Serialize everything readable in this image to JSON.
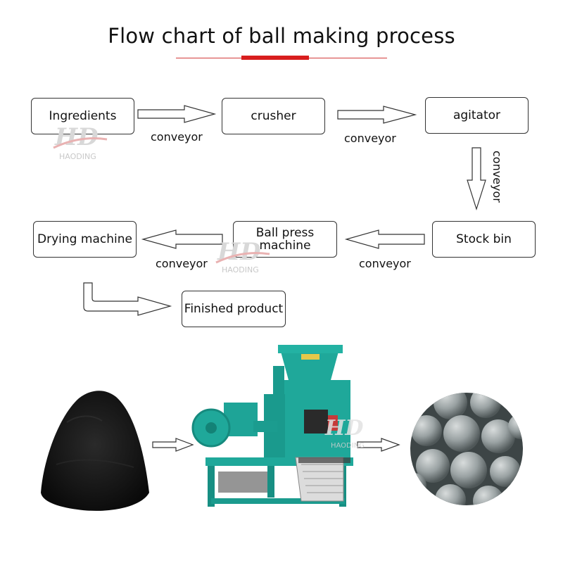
{
  "title": "Flow chart of ball making process",
  "nodes": {
    "ingredients": "Ingredients",
    "crusher": "crusher",
    "agitator": "agitator",
    "stock_bin": "Stock bin",
    "ball_press_line1": "Ball press",
    "ball_press_line2": "machine",
    "drying_machine": "Drying machine",
    "finished_product": "Finished product"
  },
  "edges": {
    "ingredients_to_crusher": "conveyor",
    "crusher_to_agitator": "conveyor",
    "agitator_to_stock_bin": "conveyor",
    "stock_bin_to_ball_press": "conveyor",
    "ball_press_to_drying": "conveyor"
  },
  "watermark": "HAODING",
  "colors": {
    "accent": "#d81e1e",
    "machine_green": "#1fa89a",
    "watermark": "#c8c8c8"
  }
}
